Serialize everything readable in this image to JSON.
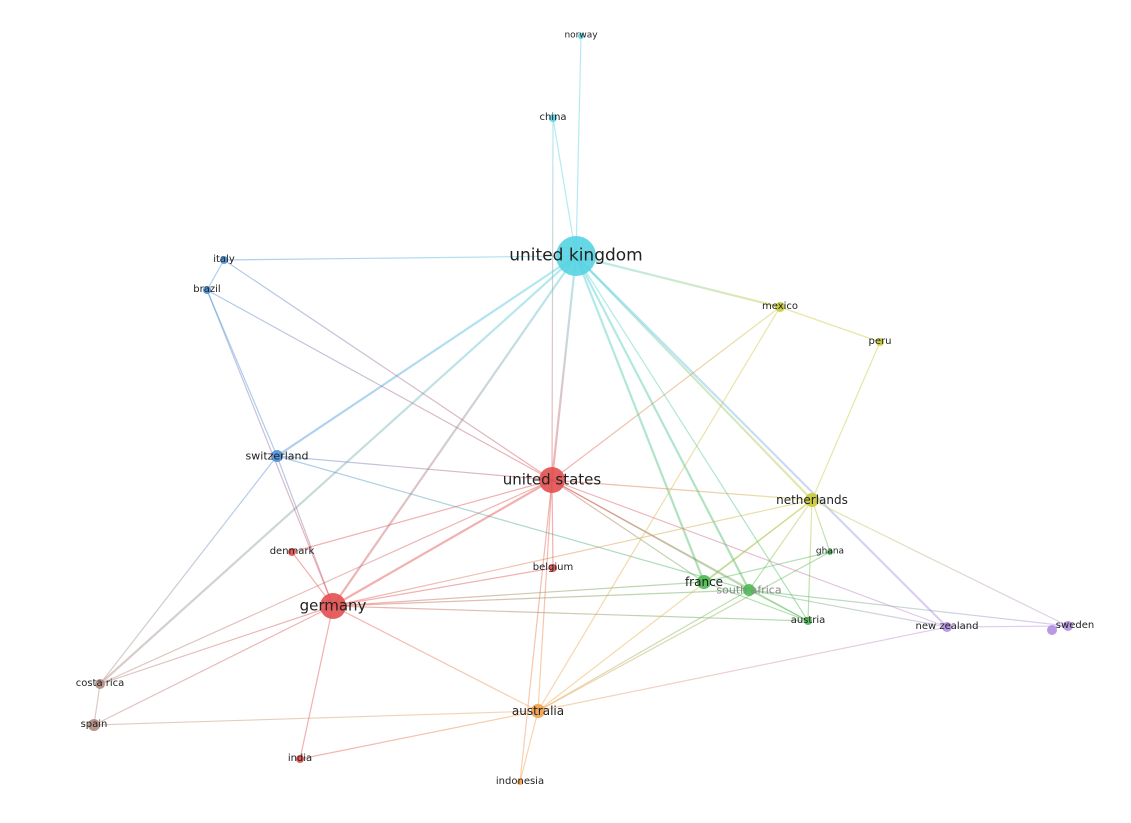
{
  "clusters": {
    "cyan": "#55d3e2",
    "blue": "#4d8fd8",
    "red": "#e25050",
    "yellow": "#c9c93a",
    "green": "#4cbb52",
    "purple": "#b48de0",
    "orange": "#f2a04c",
    "brown": "#b08a80"
  },
  "nodes": [
    {
      "id": "uk",
      "label": "united kingdom",
      "cluster": "cyan"
    },
    {
      "id": "norway",
      "label": "norway",
      "cluster": "cyan"
    },
    {
      "id": "china",
      "label": "china",
      "cluster": "cyan"
    },
    {
      "id": "italy",
      "label": "italy",
      "cluster": "blue"
    },
    {
      "id": "brazil",
      "label": "brazil",
      "cluster": "blue"
    },
    {
      "id": "switzerland",
      "label": "switzerland",
      "cluster": "blue"
    },
    {
      "id": "us",
      "label": "united states",
      "cluster": "red"
    },
    {
      "id": "germany",
      "label": "germany",
      "cluster": "red"
    },
    {
      "id": "denmark",
      "label": "denmark",
      "cluster": "red"
    },
    {
      "id": "belgium",
      "label": "belgium",
      "cluster": "red"
    },
    {
      "id": "india",
      "label": "india",
      "cluster": "red"
    },
    {
      "id": "mexico",
      "label": "mexico",
      "cluster": "yellow"
    },
    {
      "id": "peru",
      "label": "peru",
      "cluster": "yellow"
    },
    {
      "id": "netherlands",
      "label": "netherlands",
      "cluster": "yellow"
    },
    {
      "id": "ghana",
      "label": "ghana",
      "cluster": "green"
    },
    {
      "id": "france",
      "label": "france",
      "cluster": "green"
    },
    {
      "id": "southafrica",
      "label": "south africa",
      "cluster": "green"
    },
    {
      "id": "austria",
      "label": "austria",
      "cluster": "green"
    },
    {
      "id": "newzealand",
      "label": "new zealand",
      "cluster": "purple"
    },
    {
      "id": "sweden",
      "label": "sweden",
      "cluster": "purple"
    },
    {
      "id": "purple2",
      "label": "",
      "cluster": "purple"
    },
    {
      "id": "australia",
      "label": "australia",
      "cluster": "orange"
    },
    {
      "id": "indonesia",
      "label": "indonesia",
      "cluster": "orange"
    },
    {
      "id": "costarica",
      "label": "costa rica",
      "cluster": "brown"
    },
    {
      "id": "spain",
      "label": "spain",
      "cluster": "brown"
    }
  ],
  "links": [
    [
      "uk",
      "norway"
    ],
    [
      "uk",
      "china"
    ],
    [
      "china",
      "us"
    ],
    [
      "uk",
      "italy"
    ],
    [
      "uk",
      "switzerland"
    ],
    [
      "uk",
      "us"
    ],
    [
      "uk",
      "germany"
    ],
    [
      "uk",
      "costarica"
    ],
    [
      "uk",
      "mexico"
    ],
    [
      "uk",
      "france"
    ],
    [
      "uk",
      "southafrica"
    ],
    [
      "uk",
      "netherlands"
    ],
    [
      "uk",
      "newzealand"
    ],
    [
      "uk",
      "austria"
    ],
    [
      "italy",
      "us"
    ],
    [
      "brazil",
      "switzerland"
    ],
    [
      "brazil",
      "germany"
    ],
    [
      "brazil",
      "us"
    ],
    [
      "italy",
      "brazil"
    ],
    [
      "switzerland",
      "us"
    ],
    [
      "switzerland",
      "germany"
    ],
    [
      "switzerland",
      "southafrica"
    ],
    [
      "switzerland",
      "costarica"
    ],
    [
      "us",
      "germany"
    ],
    [
      "us",
      "denmark"
    ],
    [
      "us",
      "mexico"
    ],
    [
      "us",
      "netherlands"
    ],
    [
      "us",
      "france"
    ],
    [
      "us",
      "southafrica"
    ],
    [
      "us",
      "australia"
    ],
    [
      "us",
      "newzealand"
    ],
    [
      "us",
      "belgium"
    ],
    [
      "us",
      "costarica"
    ],
    [
      "us",
      "austria"
    ],
    [
      "us",
      "indonesia"
    ],
    [
      "germany",
      "costarica"
    ],
    [
      "germany",
      "spain"
    ],
    [
      "germany",
      "india"
    ],
    [
      "germany",
      "australia"
    ],
    [
      "germany",
      "france"
    ],
    [
      "germany",
      "southafrica"
    ],
    [
      "germany",
      "austria"
    ],
    [
      "germany",
      "netherlands"
    ],
    [
      "germany",
      "denmark"
    ],
    [
      "germany",
      "belgium"
    ],
    [
      "australia",
      "mexico"
    ],
    [
      "australia",
      "netherlands"
    ],
    [
      "australia",
      "spain"
    ],
    [
      "australia",
      "india"
    ],
    [
      "australia",
      "indonesia"
    ],
    [
      "australia",
      "southafrica"
    ],
    [
      "australia",
      "newzealand"
    ],
    [
      "australia",
      "ghana"
    ],
    [
      "mexico",
      "peru"
    ],
    [
      "peru",
      "netherlands"
    ],
    [
      "netherlands",
      "france"
    ],
    [
      "netherlands",
      "ghana"
    ],
    [
      "netherlands",
      "austria"
    ],
    [
      "netherlands",
      "sweden"
    ],
    [
      "netherlands",
      "southafrica"
    ],
    [
      "france",
      "ghana"
    ],
    [
      "france",
      "austria"
    ],
    [
      "southafrica",
      "austria"
    ],
    [
      "newzealand",
      "sweden"
    ],
    [
      "southafrica",
      "newzealand"
    ],
    [
      "costarica",
      "spain"
    ],
    [
      "southafrica",
      "sweden"
    ]
  ]
}
